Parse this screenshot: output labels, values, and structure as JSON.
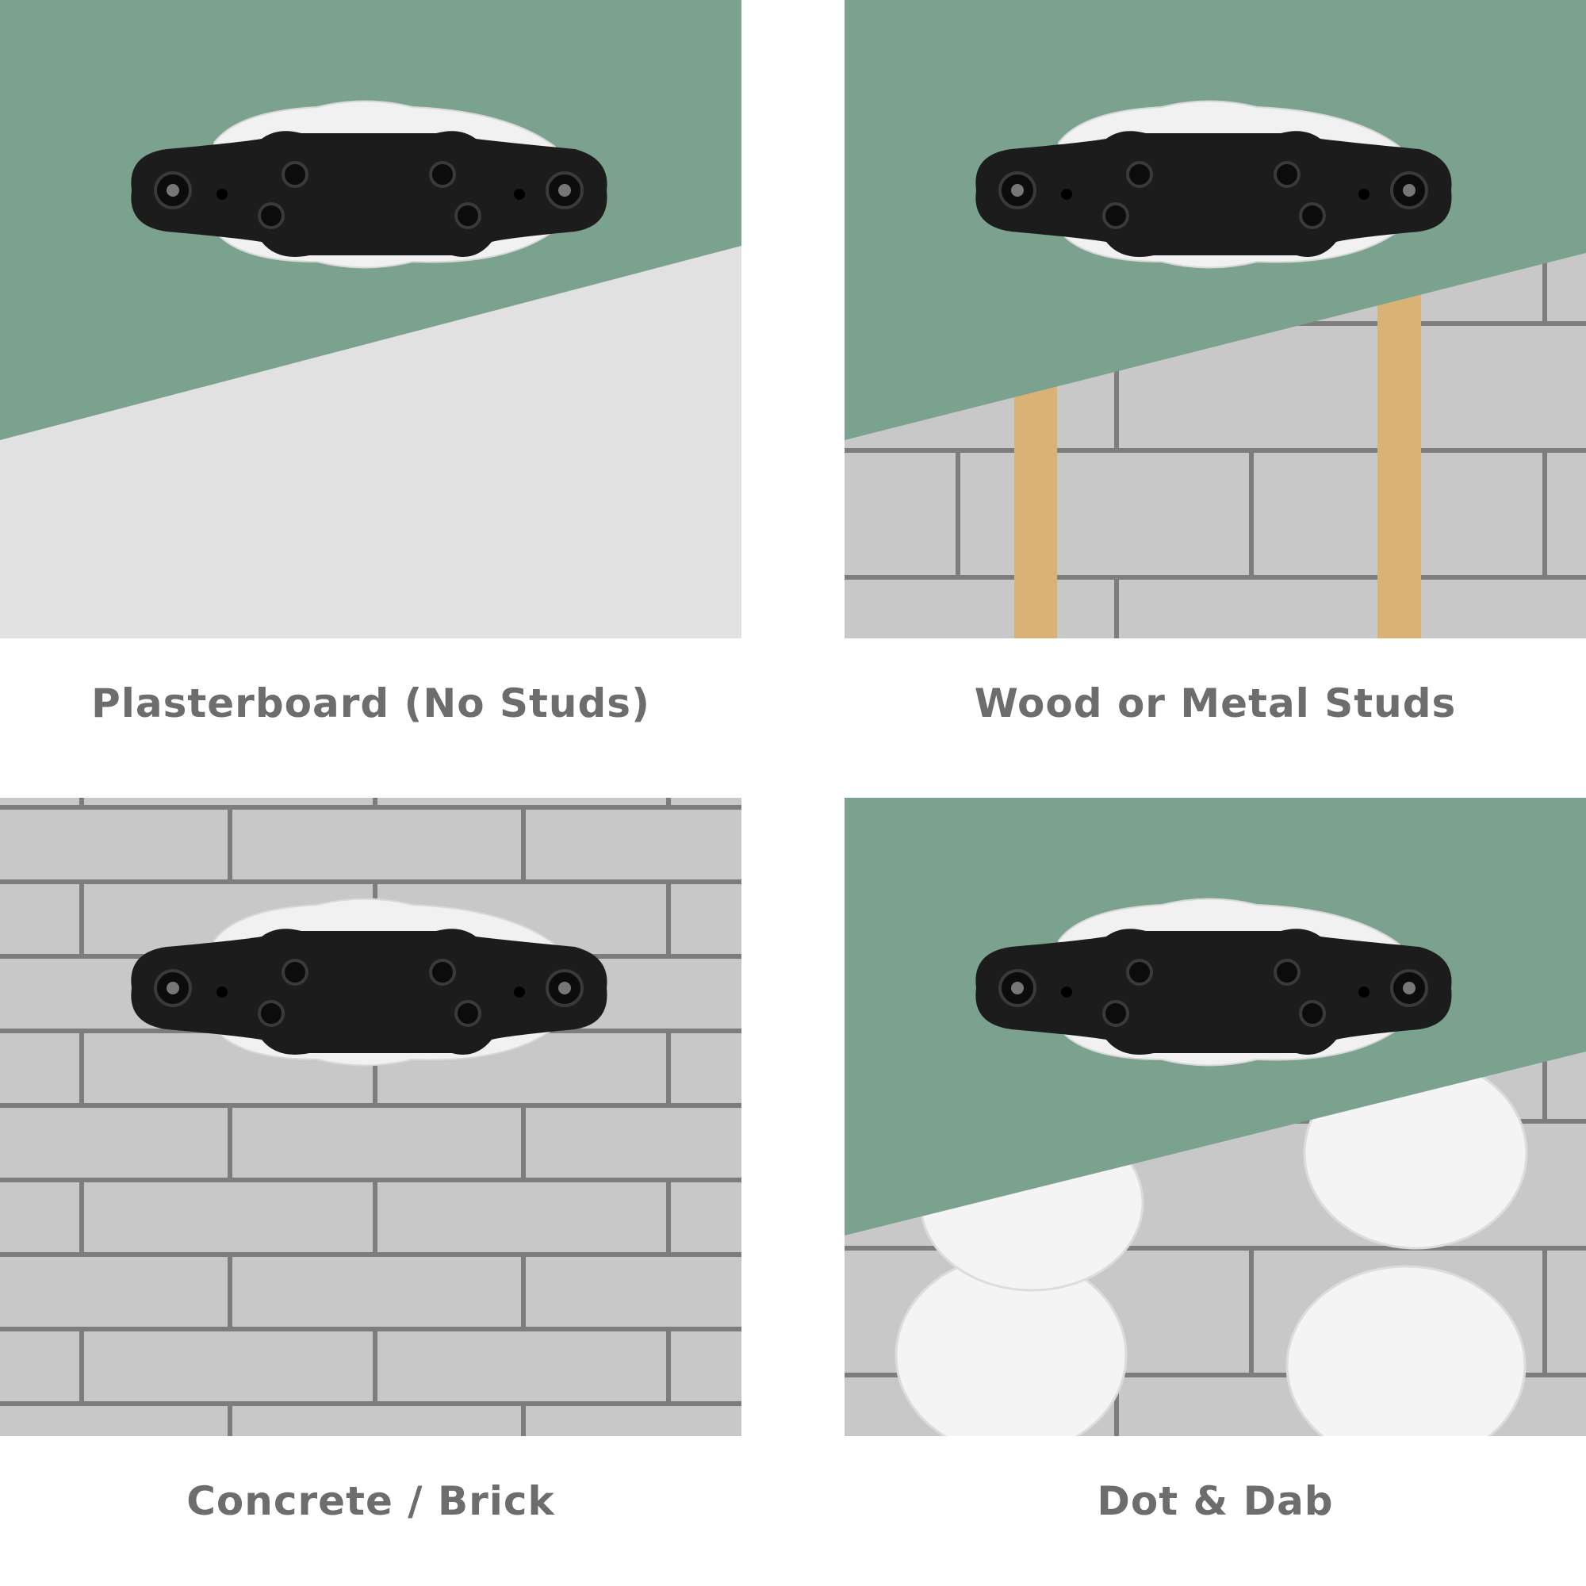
{
  "panels": [
    {
      "label": "Plasterboard (No Studs)",
      "type": "plasterboard"
    },
    {
      "label": "Wood or Metal Studs",
      "type": "studs"
    },
    {
      "label": "Concrete / Brick",
      "type": "brick"
    },
    {
      "label": "Dot & Dab",
      "type": "dotdab"
    }
  ],
  "colors": {
    "green": "#7aa28f",
    "plaster": "#e2e1e2",
    "brick": "#c8c8c8",
    "mortar": "#7d7d7d",
    "wood": "#d9b276",
    "text": "#6d6d6d"
  }
}
